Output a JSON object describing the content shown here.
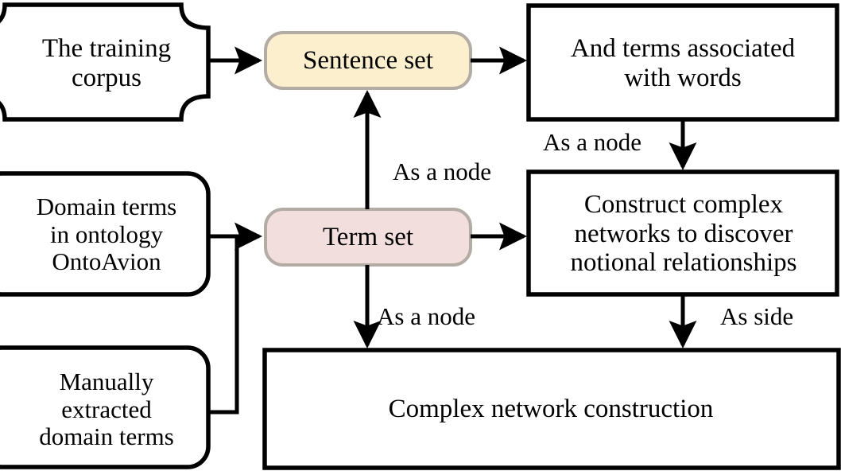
{
  "diagram": {
    "title": "Complex network construction flowchart",
    "background": "#ffffff",
    "stroke": "#000000"
  },
  "nodes": {
    "training_corpus": {
      "label": "The training\ncorpus",
      "shape": "plaque-concave-corners",
      "fill": "#ffffff",
      "stroke": "#000000"
    },
    "sentence_set": {
      "label": "Sentence set",
      "shape": "rounded-rect",
      "fill": "#fbefcd",
      "stroke": "#b3aca5"
    },
    "terms_associated": {
      "label": "And terms associated\nwith words",
      "shape": "rect",
      "fill": "#ffffff",
      "stroke": "#000000"
    },
    "domain_terms": {
      "label": "Domain terms\nin ontology\nOntoAvion",
      "shape": "rounded-rect",
      "fill": "#ffffff",
      "stroke": "#000000"
    },
    "term_set": {
      "label": "Term set",
      "shape": "rounded-rect",
      "fill": "#f2dedd",
      "stroke": "#b3aca5"
    },
    "construct_networks": {
      "label": "Construct complex\nnetworks to discover\nnotional relationships",
      "shape": "rect",
      "fill": "#ffffff",
      "stroke": "#000000"
    },
    "manual_terms": {
      "label": "Manually\nextracted\ndomain terms",
      "shape": "rounded-rect",
      "fill": "#ffffff",
      "stroke": "#000000"
    },
    "complex_network_construction": {
      "label": "Complex network construction",
      "shape": "rect",
      "fill": "#ffffff",
      "stroke": "#000000"
    }
  },
  "edge_labels": {
    "terms_to_construct": "As a node",
    "termset_to_construct": "As a node",
    "termset_to_complexnet": "As a node",
    "construct_to_complexnet": "As side"
  },
  "edges": [
    {
      "from": "training_corpus",
      "to": "sentence_set",
      "label": ""
    },
    {
      "from": "sentence_set",
      "to": "terms_associated",
      "label": ""
    },
    {
      "from": "terms_associated",
      "to": "construct_networks",
      "label": "As a node"
    },
    {
      "from": "domain_terms",
      "to": "term_set",
      "label": ""
    },
    {
      "from": "manual_terms",
      "to": "term_set",
      "label": ""
    },
    {
      "from": "term_set",
      "to": "sentence_set",
      "label": ""
    },
    {
      "from": "term_set",
      "to": "construct_networks",
      "label": "As a node"
    },
    {
      "from": "term_set",
      "to": "complex_network_construction",
      "label": "As a node"
    },
    {
      "from": "construct_networks",
      "to": "complex_network_construction",
      "label": "As side"
    }
  ]
}
